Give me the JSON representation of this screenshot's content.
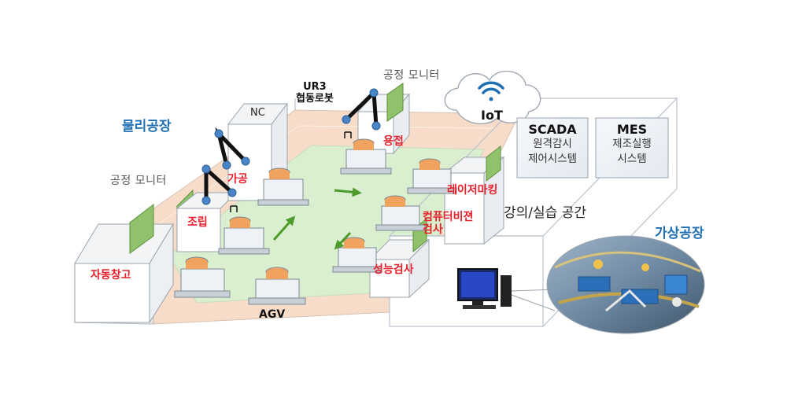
{
  "physical_factory": {
    "title": "물리공장",
    "process_monitor_left": "공정 모니터",
    "process_monitor_top": "공정 모니터",
    "nc": "NC",
    "robot": {
      "line1": "UR3",
      "line2": "협동로봇"
    },
    "stations": {
      "machining": "가공",
      "welding": "용접",
      "assembly": "조립",
      "laser_marking": "레이저마킹",
      "vision": {
        "line1": "컴퓨터비젼",
        "line2": "검사"
      },
      "performance": "성능검사",
      "warehouse": "자동창고"
    },
    "agv": "AGV"
  },
  "iot": "IoT",
  "scada": {
    "title": "SCADA",
    "line1": "원격감시",
    "line2": "제어시스템"
  },
  "mes": {
    "title": "MES",
    "line1": "제조실행",
    "line2": "시스템"
  },
  "lecture_space": "강의/실습 공간",
  "virtual_factory": "가상공장",
  "colors": {
    "floor": "#f7dcc9",
    "floor_green": "#d9efcf",
    "arrow": "#4e9a2d",
    "robot_joint": "#4a86c7",
    "label_red": "#e8202a",
    "label_blue": "#1f6fb5"
  }
}
